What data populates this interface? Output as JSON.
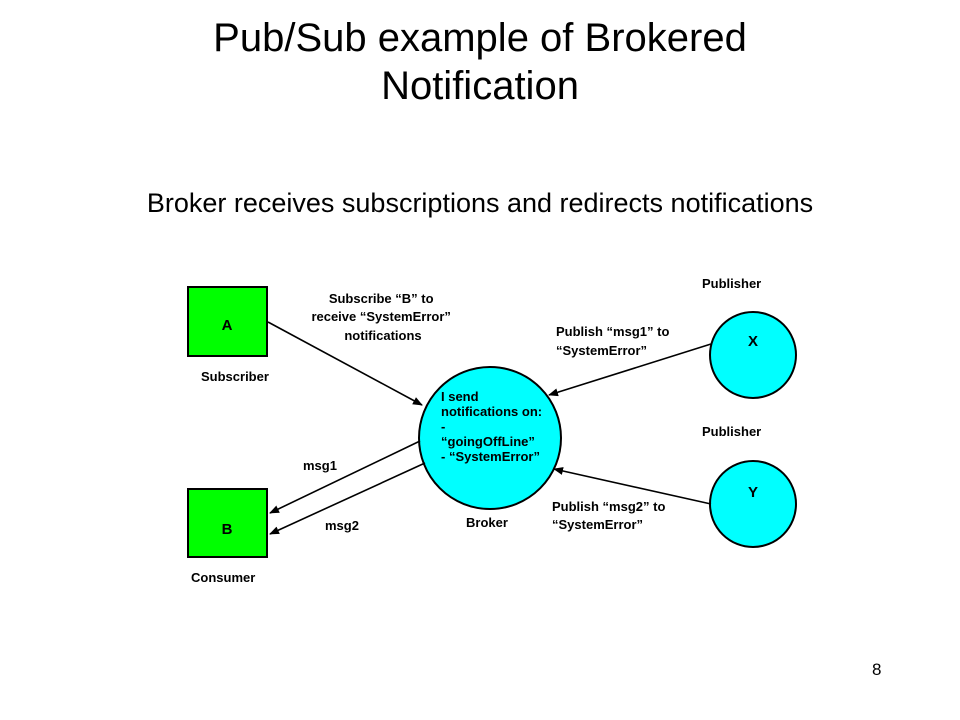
{
  "title_line1": "Pub/Sub example of Brokered",
  "title_line2": "Notification",
  "subtitle": "Broker receives subscriptions and redirects notifications",
  "page_number": "8",
  "diagram": {
    "node_a": {
      "letter": "A",
      "role": "Subscriber"
    },
    "node_b": {
      "letter": "B",
      "role": "Consumer"
    },
    "node_x": {
      "letter": "X",
      "role": "Publisher"
    },
    "node_y": {
      "letter": "Y",
      "role": "Publisher"
    },
    "broker": {
      "label": "Broker",
      "lines": [
        "I send",
        "notifications on:",
        "-",
        "“goingOffLine”",
        "- “SystemError”"
      ]
    },
    "subscribe_note": [
      "Subscribe “B” to",
      "receive “SystemError”",
      "notifications"
    ],
    "publish_x_note": [
      "Publish “msg1” to",
      "“SystemError”"
    ],
    "publish_y_note": [
      "Publish “msg2” to",
      "“SystemError”"
    ],
    "msg1_label": "msg1",
    "msg2_label": "msg2",
    "colors": {
      "square_fill": "#00ff00",
      "circle_fill": "#00ffff",
      "stroke": "#000000"
    }
  }
}
